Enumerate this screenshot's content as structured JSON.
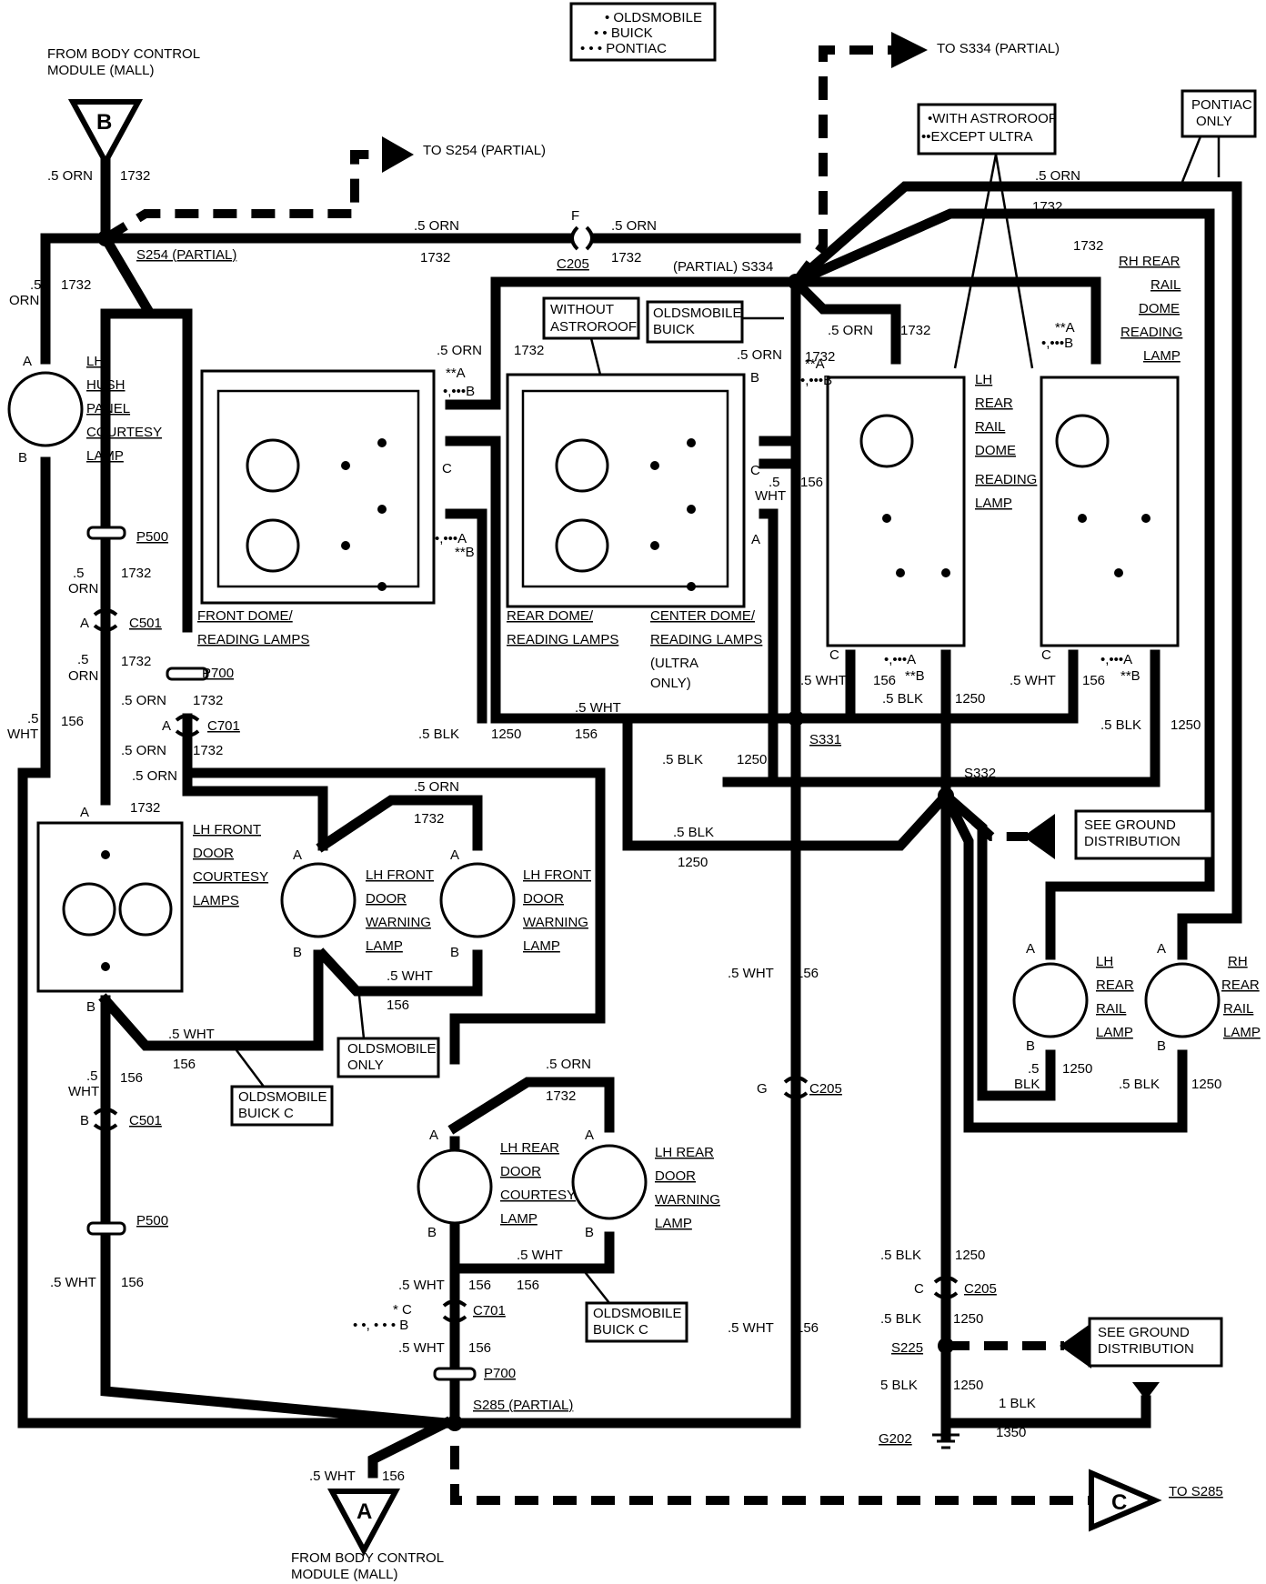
{
  "title": "",
  "legend": {
    "lines": [
      "• OLDSMOBILE",
      "• • BUICK",
      "• • • PONTIAC"
    ]
  },
  "connectors": {
    "B": {
      "letter": "B",
      "label1": "FROM BODY CONTROL",
      "label2": "MODULE (MALL)"
    },
    "A": {
      "letter": "A",
      "label1": "FROM BODY CONTROL",
      "label2": "MODULE (MALL)"
    },
    "C": {
      "letter": "C",
      "label": "TO S285"
    }
  },
  "splices": {
    "s254": "S254 (PARTIAL)",
    "to_s254": "TO S254 (PARTIAL)",
    "s334": "(PARTIAL) S334",
    "to_s334": "TO S334 (PARTIAL)",
    "s331": "S331",
    "s332": "S332",
    "s285": "S285 (PARTIAL)",
    "s225": "S225",
    "g202": "G202"
  },
  "wire_labels": {
    "orn": ".5 ORN",
    "wht": ".5 WHT",
    "blk": ".5 BLK",
    "blk1": "1 BLK",
    "blk5": "5 BLK",
    "c1732": "1732",
    "c156": "156",
    "c1250": "1250",
    "c1350": "1350",
    "orn_a": ".5",
    "orn_b": "ORN",
    "wht_b": "WHT",
    "blk_b": "BLK"
  },
  "connectors_inline": {
    "c205": "C205",
    "c501": "C501",
    "c701": "C701",
    "c205g": "C205",
    "c205c": "C205",
    "p500": "P500",
    "p700": "P700",
    "f": "F",
    "g": "G",
    "c": "C",
    "a": "A",
    "b": "B"
  },
  "lamps": {
    "lh_hush": [
      "LH",
      "HUSH",
      "PANEL",
      "COURTESY",
      "LAMP"
    ],
    "front_dome": [
      "FRONT DOME/",
      "READING LAMPS"
    ],
    "rear_dome": [
      "REAR DOME/",
      "READING LAMPS"
    ],
    "center_dome": [
      "CENTER DOME/",
      "READING LAMPS",
      "(ULTRA",
      "ONLY)"
    ],
    "lh_rear_rail_dome": [
      "LH",
      "REAR",
      "RAIL",
      "DOME",
      "READING",
      "LAMP"
    ],
    "rh_rear_rail_dome": [
      "RH REAR",
      "RAIL",
      "DOME",
      "READING",
      "LAMP"
    ],
    "lh_front_door_courtesy": [
      "LH FRONT",
      "DOOR",
      "COURTESY",
      "LAMPS"
    ],
    "lh_front_door_warning_1": [
      "LH FRONT",
      "DOOR",
      "WARNING",
      "LAMP"
    ],
    "lh_front_door_warning_2": [
      "LH FRONT",
      "DOOR",
      "WARNING",
      "LAMP"
    ],
    "lh_rear_door_courtesy": [
      "LH REAR",
      "DOOR",
      "COURTESY",
      "LAMP"
    ],
    "lh_rear_door_warning": [
      "LH REAR",
      "DOOR",
      "WARNING",
      "LAMP"
    ],
    "lh_rear_rail": [
      "LH",
      "REAR",
      "RAIL",
      "LAMP"
    ],
    "rh_rear_rail": [
      "RH",
      "REAR",
      "RAIL",
      "LAMP"
    ]
  },
  "notes": {
    "without_astroroof": [
      "WITHOUT",
      "ASTROROOF"
    ],
    "olds_buick": [
      "OLDSMOBILE",
      "BUICK"
    ],
    "astroroof": [
      "•WITH ASTROROOF",
      "••EXCEPT ULTRA"
    ],
    "pontiac_only": [
      "PONTIAC",
      "ONLY"
    ],
    "see_ground_1": [
      "SEE GROUND",
      "DISTRIBUTION"
    ],
    "see_ground_2": [
      "SEE GROUND",
      "DISTRIBUTION"
    ],
    "olds_only": [
      "OLDSMOBILE",
      "ONLY"
    ],
    "olds_buick_c_1": [
      "OLDSMOBILE",
      "BUICK C"
    ],
    "olds_buick_c_2": [
      "OLDSMOBILE",
      "BUICK C"
    ]
  },
  "pin_marks": {
    "aa": "**A",
    "b3": "•,•••B",
    "a3": "•,•••A",
    "bb": "**B",
    "c_star": "* C",
    "b_stars": "• •, • • • B"
  }
}
